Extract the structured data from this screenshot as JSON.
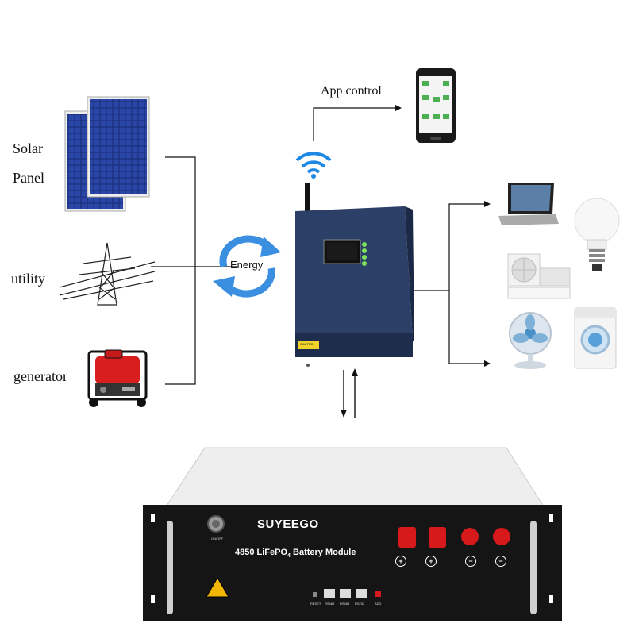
{
  "labels": {
    "solar_line1": "Solar",
    "solar_line2": "Panel",
    "utility": "utility",
    "generator": "generator",
    "app_control": "App control",
    "energy": "Energy"
  },
  "battery": {
    "brand": "SUYEEGO",
    "module_prefix": "4850 LiFePO",
    "module_sub": "4",
    "module_suffix": " Battery Module",
    "switch_label": "ON/OFF",
    "port_reset": "RESET",
    "port_rs485a": "RS485",
    "port_rs485b": "RS485",
    "port_rs232": "RS232",
    "port_add": "ADD",
    "terminal_signs": [
      "+",
      "+",
      "−",
      "−"
    ]
  },
  "inverter": {
    "caution": "CAUTION"
  },
  "colors": {
    "inverter_blue": "#2c3f66",
    "arrow_blue": "#3a8fe0",
    "terminal_red": "#d8191b",
    "battery_black": "#151515"
  }
}
